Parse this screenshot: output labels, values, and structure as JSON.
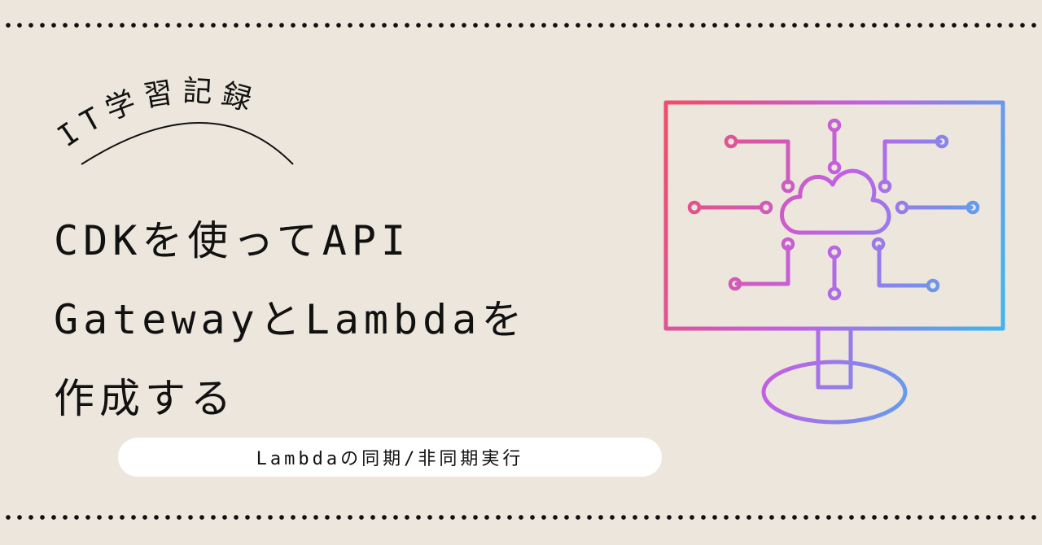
{
  "badge": {
    "text": "IT学習記録"
  },
  "title": {
    "lines": [
      "CDKを使ってAPI",
      "GatewayとLambdaを",
      "作成する"
    ]
  },
  "subtitle": {
    "text": "Lambdaの同期/非同期実行"
  },
  "colors": {
    "background": "#ece6dc",
    "text": "#111111",
    "gradient_start": "#ef4d6e",
    "gradient_mid": "#c061e6",
    "gradient_end": "#40b3f0"
  },
  "icons": {
    "illustration": "monitor-cloud-circuit-icon"
  }
}
